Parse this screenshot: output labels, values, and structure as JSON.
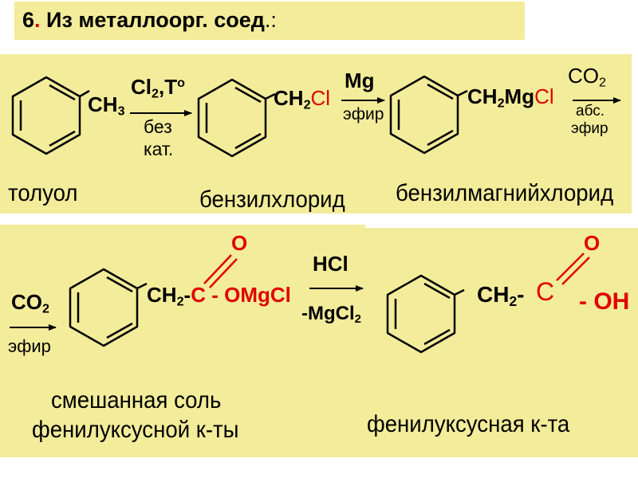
{
  "title": {
    "number": "6",
    "dot": ".",
    "text": " Из металлоорг. соед",
    "tail": ".:"
  },
  "row1": {
    "toluene": {
      "ch3_base": "CH",
      "ch3_sub": "3",
      "name": "толуол"
    },
    "step1": {
      "reagent_base": "Cl",
      "reagent_sub": "2",
      "reagent_mid": ",T",
      "reagent_sup": "o",
      "cond_1": "без",
      "cond_2": "кат."
    },
    "benzyl_chloride": {
      "ch2_base": "CH",
      "ch2_sub": "2",
      "cl": "Cl",
      "name": "бензилхлорид"
    },
    "step2": {
      "reagent": "Mg",
      "cond": "эфир"
    },
    "grignard": {
      "ch2_base": "CH",
      "ch2_sub": "2",
      "mg": "Mg",
      "cl": "Cl",
      "name": "бензилмагнийхлорид"
    },
    "step3": {
      "reagent_base": "CO",
      "reagent_sub": "2",
      "cond_1": "абс.",
      "cond_2": "эфир"
    }
  },
  "row2": {
    "step4": {
      "reagent_base": "CO",
      "reagent_sub": "2",
      "cond": "эфир"
    },
    "salt": {
      "ch2_base": "CH",
      "ch2_sub": "2",
      "ch2_dash": "-",
      "c": "C",
      "tail": " - OMgCl",
      "o": "O",
      "name_1": "смешанная соль",
      "name_2": "фенилуксусной к-ты"
    },
    "step5": {
      "reagent": "HCl",
      "by_base": "-MgCl",
      "by_sub": "2"
    },
    "acid": {
      "ch2_base": "CH",
      "ch2_sub": "2",
      "ch2_dash": "-",
      "c": "C",
      "oh": "- OH",
      "o": "O",
      "name": "фенилуксусная к-та"
    }
  },
  "colors": {
    "panel": "#f3ec9a",
    "accent": "#e00000",
    "ink": "#000000"
  }
}
